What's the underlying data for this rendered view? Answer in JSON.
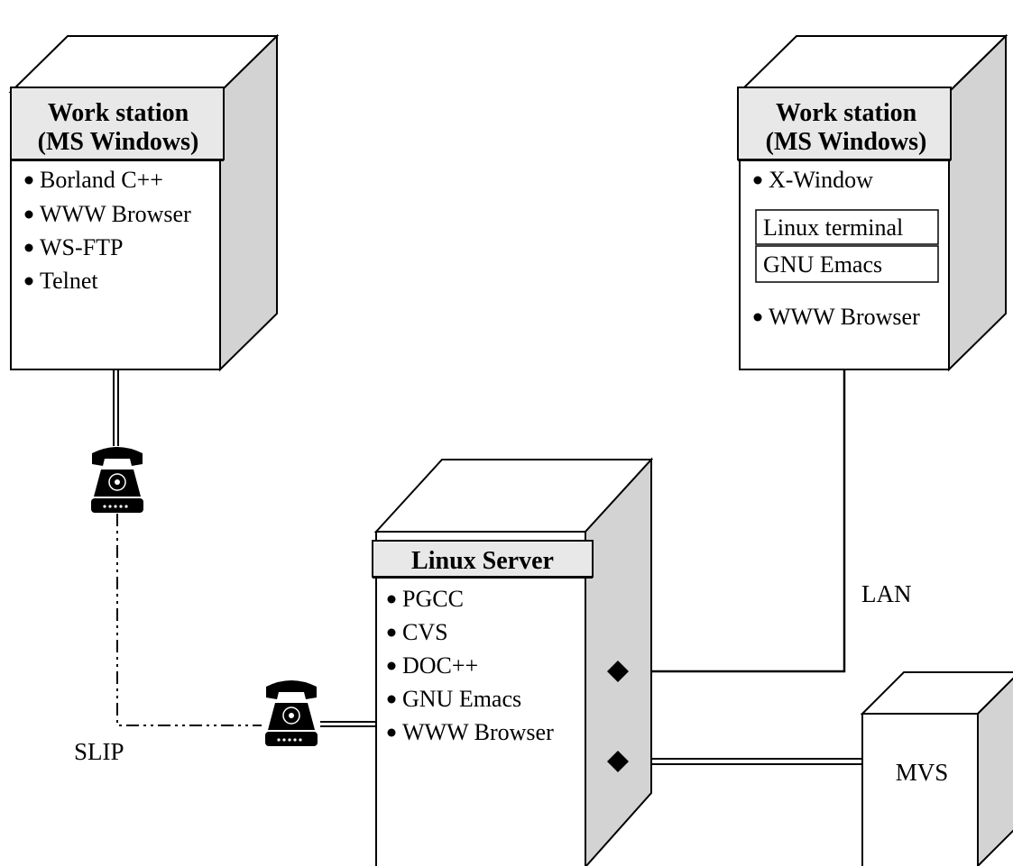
{
  "workstation_left": {
    "title_line1": "Work station",
    "title_line2": "(MS Windows)",
    "items": [
      "Borland C++",
      "WWW Browser",
      "WS-FTP",
      "Telnet"
    ]
  },
  "workstation_right": {
    "title_line1": "Work station",
    "title_line2": "(MS Windows)",
    "item_xwindow": "X-Window",
    "sub_boxes": [
      "Linux terminal",
      "GNU Emacs"
    ],
    "item_browser": "WWW Browser"
  },
  "linux_server": {
    "title": "Linux Server",
    "items": [
      "PGCC",
      "CVS",
      "DOC++",
      "GNU Emacs",
      "WWW Browser"
    ]
  },
  "mvs": {
    "label": "MVS"
  },
  "connections": {
    "lan_label": "LAN",
    "slip_label": "SLIP"
  },
  "icons": {
    "phone": "telephone-modem-icon",
    "bullet": "bullet-dot"
  },
  "colors": {
    "header_fill": "#e8e8e8",
    "side_fill": "#d3d3d3",
    "stroke": "#000000"
  }
}
